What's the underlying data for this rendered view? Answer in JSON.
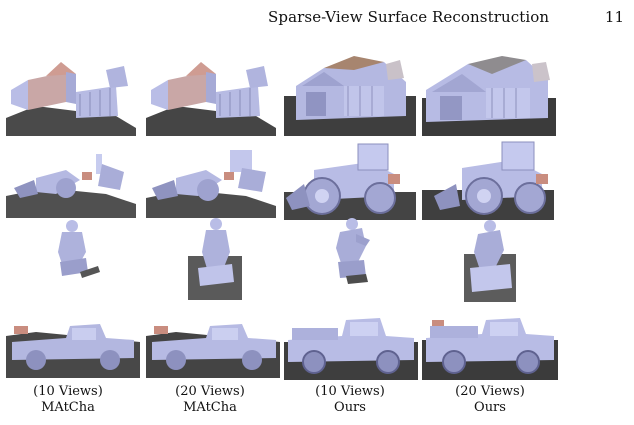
{
  "header": {
    "running_title": "Sparse-View Surface Reconstruction",
    "page_number": "11"
  },
  "rows": [
    "house",
    "loader",
    "statue",
    "truck"
  ],
  "columns": [
    {
      "views": "(10 Views)",
      "method": "MAtCha"
    },
    {
      "views": "(20 Views)",
      "method": "MAtCha"
    },
    {
      "views": "(10 Views)",
      "method": "Ours"
    },
    {
      "views": "(20 Views)",
      "method": "Ours"
    }
  ],
  "colors": {
    "mesh": "#b9bde6",
    "mesh_dark": "#7d80b0",
    "ground": "#3a3a3a",
    "rust": "#c98d7f"
  }
}
